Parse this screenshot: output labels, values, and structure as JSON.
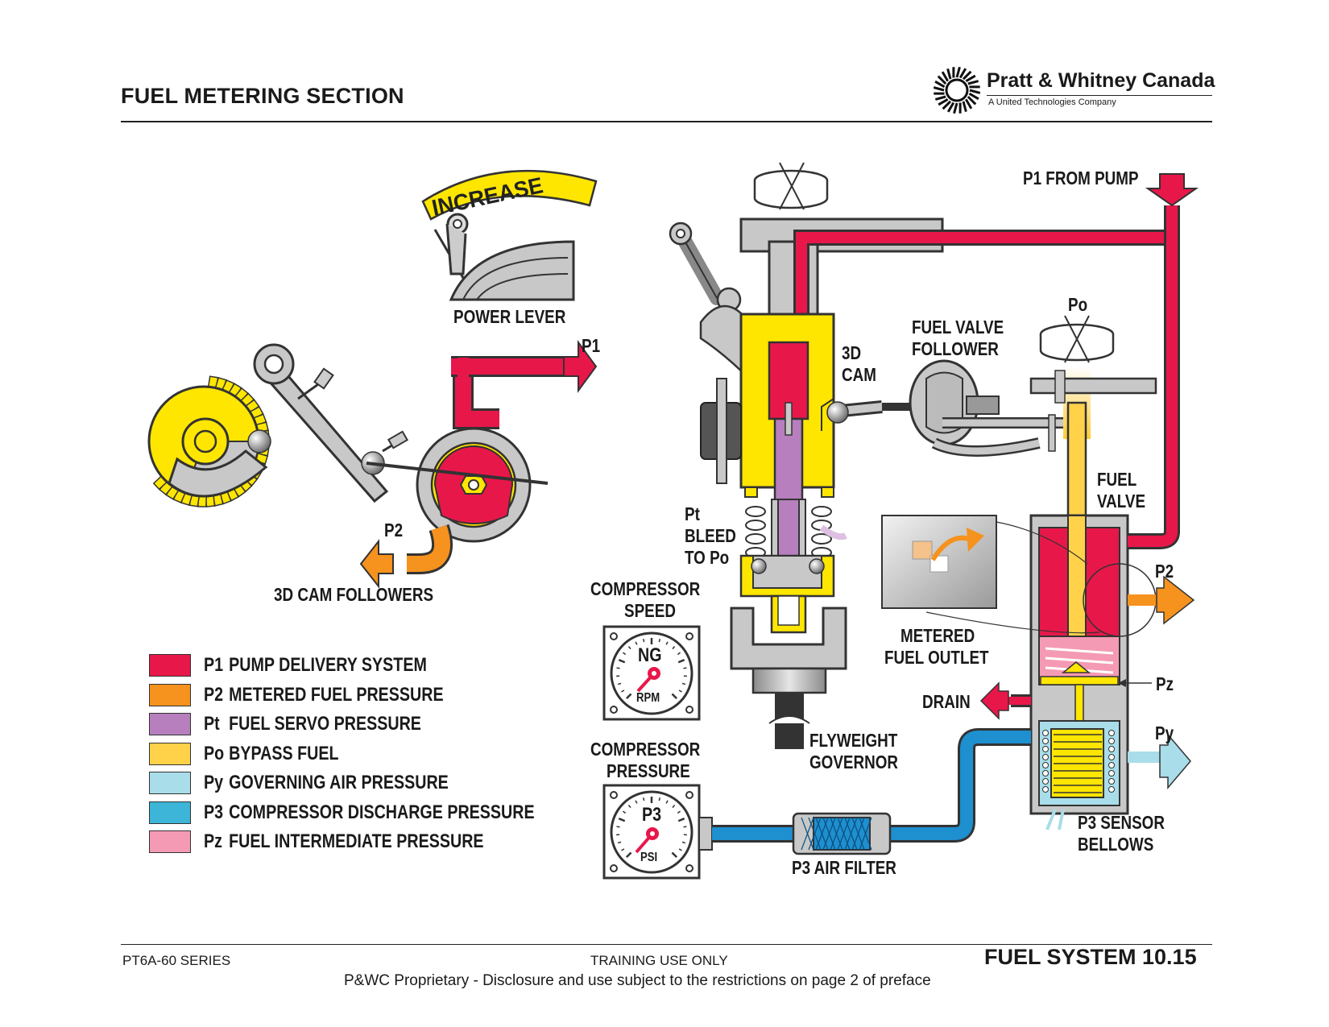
{
  "header": {
    "title": "FUEL METERING SECTION",
    "brand": "Pratt & Whitney Canada",
    "brand_sub": "A United Technologies Company"
  },
  "labels": {
    "increase": "INCREASE",
    "power_lever": "POWER LEVER",
    "p1_arrow": "P1",
    "p2_arrow": "P2",
    "cam_followers": "3D CAM FOLLOWERS",
    "p1_from_pump": "P1 FROM PUMP",
    "cam_3d_1": "3D",
    "cam_3d_2": "CAM",
    "fuel_valve_follower_1": "FUEL VALVE",
    "fuel_valve_follower_2": "FOLLOWER",
    "po": "Po",
    "fuel_valve_1": "FUEL",
    "fuel_valve_2": "VALVE",
    "pt_bleed_1": "Pt",
    "pt_bleed_2": "BLEED",
    "pt_bleed_3": "TO Po",
    "p2_right": "P2",
    "compressor_speed_1": "COMPRESSOR",
    "compressor_speed_2": "SPEED",
    "ng": "NG",
    "rpm": "RPM",
    "metered_outlet_1": "METERED",
    "metered_outlet_2": "FUEL OUTLET",
    "pz": "Pz",
    "drain": "DRAIN",
    "flyweight_1": "FLYWEIGHT",
    "flyweight_2": "GOVERNOR",
    "py": "Py",
    "compressor_pressure_1": "COMPRESSOR",
    "compressor_pressure_2": "PRESSURE",
    "p3_gauge": "P3",
    "psi": "PSI",
    "p3_sensor_1": "P3 SENSOR",
    "p3_sensor_2": "BELLOWS",
    "p3_air_filter": "P3 AIR FILTER"
  },
  "legend": [
    {
      "code": "P1",
      "text": "PUMP DELIVERY SYSTEM",
      "color": "#e8174a"
    },
    {
      "code": "P2",
      "text": "METERED FUEL PRESSURE",
      "color": "#f6921e"
    },
    {
      "code": "Pt",
      "text": "FUEL SERVO PRESSURE",
      "color": "#b77fbd"
    },
    {
      "code": "Po",
      "text": "BYPASS FUEL",
      "color": "#ffd24a"
    },
    {
      "code": "Py",
      "text": "GOVERNING AIR PRESSURE",
      "color": "#a9dde9"
    },
    {
      "code": "P3",
      "text": "COMPRESSOR DISCHARGE PRESSURE",
      "color": "#3cb5d8"
    },
    {
      "code": "Pz",
      "text": "FUEL INTERMEDIATE PRESSURE",
      "color": "#f59ab4"
    }
  ],
  "footer": {
    "series": "PT6A-60 SERIES",
    "training": "TRAINING USE ONLY",
    "section": "FUEL SYSTEM 10.15",
    "note": "P&WC Proprietary - Disclosure and use subject to the restrictions on page 2 of preface"
  },
  "colors": {
    "p1_red": "#e8174a",
    "p2_orange": "#f6921e",
    "pt_purple": "#b77fbd",
    "po_yellow": "#ffd24a",
    "py_lightblue": "#a9dde9",
    "p3_blue": "#1e8fcf",
    "pz_pink": "#f59ab4",
    "metal_grey": "#c8c8c8",
    "cam_yellow": "#f5e400"
  }
}
